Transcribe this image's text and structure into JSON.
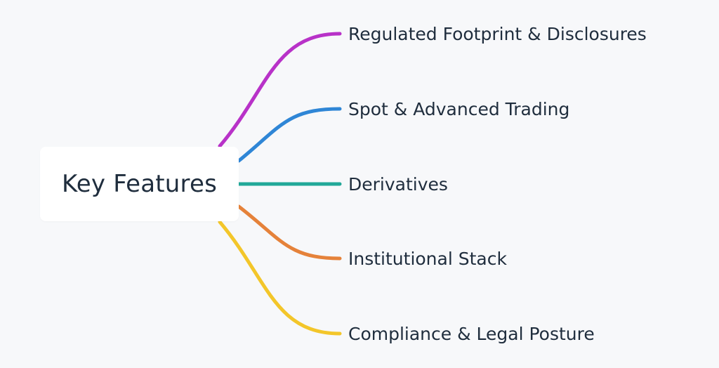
{
  "root": {
    "label": "Key Features"
  },
  "branches": [
    {
      "label": "Regulated Footprint & Disclosures",
      "color": "#b832c8"
    },
    {
      "label": "Spot & Advanced Trading",
      "color": "#2f86d6"
    },
    {
      "label": "Derivatives",
      "color": "#22a898"
    },
    {
      "label": "Institutional Stack",
      "color": "#e5823a"
    },
    {
      "label": "Compliance & Legal Posture",
      "color": "#f3c62a"
    }
  ]
}
